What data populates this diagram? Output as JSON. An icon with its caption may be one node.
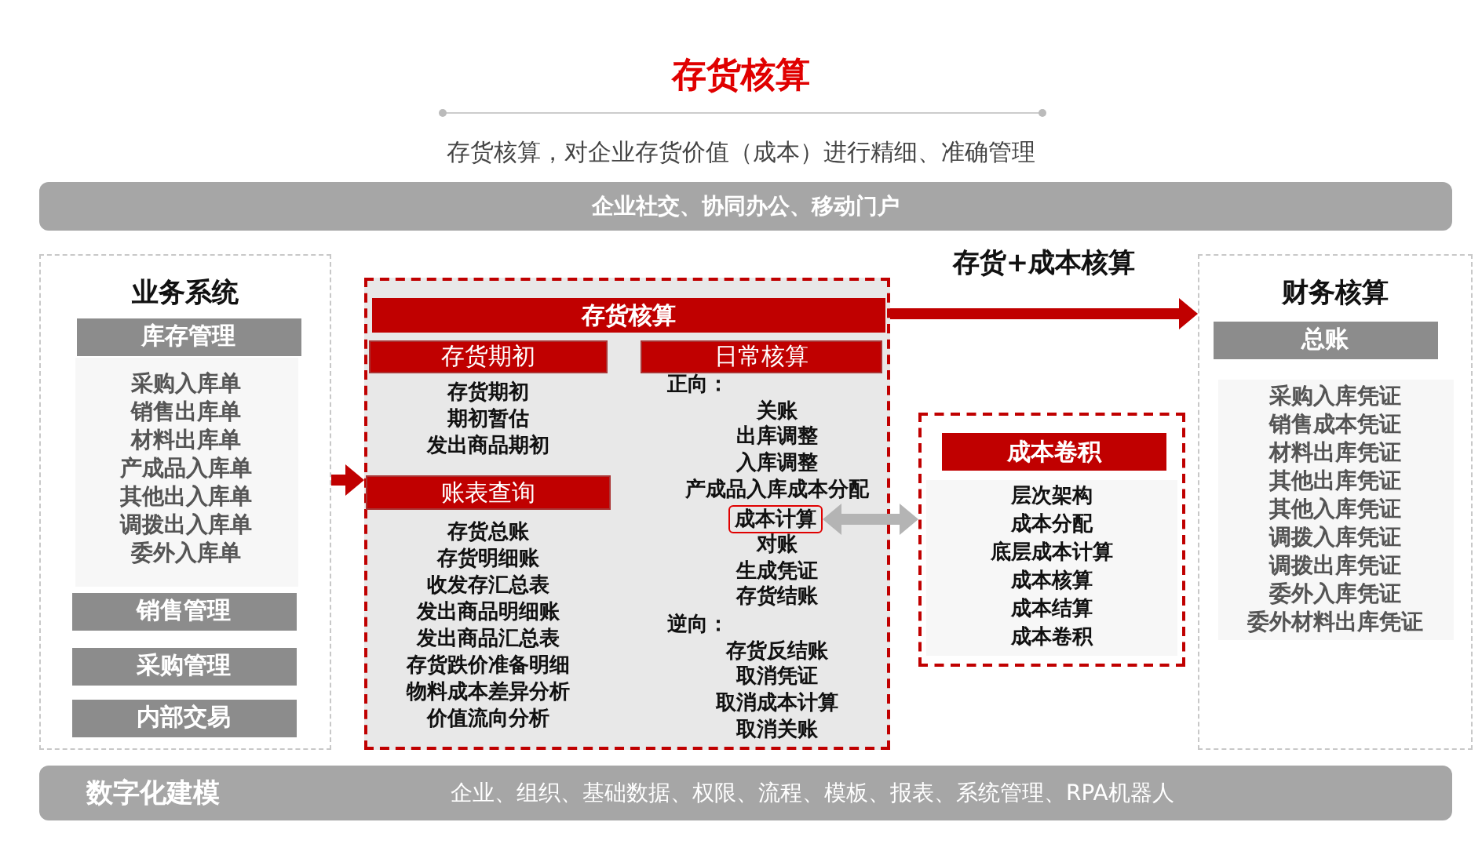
{
  "diagram": {
    "title": "存货核算",
    "nodes": [
      {
        "text": [
          "企业社交、协同办公、移动门户"
        ]
      },
      {
        "text": [
          "业务系统"
        ]
      },
      {
        "text": [
          "库存管理"
        ],
        "in": 1
      },
      {
        "text": [
          "采购入库单",
          "销售出库单",
          "材料出库单",
          "产成品入库单",
          "其他出入库单",
          "调拨出入库单",
          "委外入库单"
        ],
        "in": 1
      },
      {
        "text": [
          "销售管理"
        ],
        "in": 1
      },
      {
        "text": [
          "采购管理"
        ],
        "in": 1
      },
      {
        "text": [
          "内部交易"
        ],
        "in": 1
      },
      {
        "text": [
          "存货核算"
        ]
      },
      {
        "text": [
          "存货期初"
        ],
        "in": 7
      },
      {
        "text": [
          "存货期初",
          "期初暂估",
          "发出商品期初"
        ],
        "in": 7
      },
      {
        "text": [
          "账表查询"
        ],
        "in": 7
      },
      {
        "text": [
          "存货总账",
          "存货明细账",
          "收发存汇总表",
          "发出商品明细账",
          "发出商品汇总表",
          "存货跌价准备明细",
          "物料成本差异分析",
          "价值流向分析"
        ],
        "in": 7
      },
      {
        "text": [
          "日常核算"
        ],
        "in": 7
      },
      {
        "text": [
          "正向：",
          "关账",
          "出库调整",
          "入库调整",
          "产成品入库成本分配"
        ],
        "in": 7
      },
      {
        "text": [
          "成本计算"
        ],
        "in": 7
      },
      {
        "text": [
          "对账",
          "生成凭证",
          "存货结账"
        ],
        "in": 7
      },
      {
        "text": [
          "逆向：",
          "存货反结账",
          "取消凭证",
          "取消成本计算",
          "取消关账"
        ],
        "in": 7
      },
      {
        "text": [
          "成本卷积"
        ]
      },
      {
        "text": [
          "层次架构",
          "成本分配",
          "底层成本计算",
          "成本核算",
          "成本结算",
          "成本卷积"
        ],
        "in": 17
      },
      {
        "text": [
          "财务核算"
        ]
      },
      {
        "text": [
          "总账"
        ],
        "in": 19
      },
      {
        "text": [
          "采购入库凭证",
          "销售成本凭证",
          "材料出库凭证",
          "其他出库凭证",
          "其他入库凭证",
          "调拨入库凭证",
          "调拨出库凭证",
          "委外入库凭证",
          "委外材料出库凭证"
        ],
        "in": 19
      },
      {
        "text": [
          "数字化建模",
          "企业、组织、基础数据、权限、流程、模板、报表、系统管理、RPA机器人"
        ]
      }
    ],
    "edges": [
      {
        "from": 1,
        "to": 7,
        "arrow": "to"
      },
      {
        "from": 7,
        "to": 19,
        "arrow": "to",
        "label": "存货+成本核算"
      },
      {
        "from": 17,
        "to": 14,
        "arrow": "both",
        "color": "#b4b4b4"
      }
    ],
    "labels": [
      "存货核算，对企业存货价值（成本）进行精细、准确管理"
    ]
  }
}
